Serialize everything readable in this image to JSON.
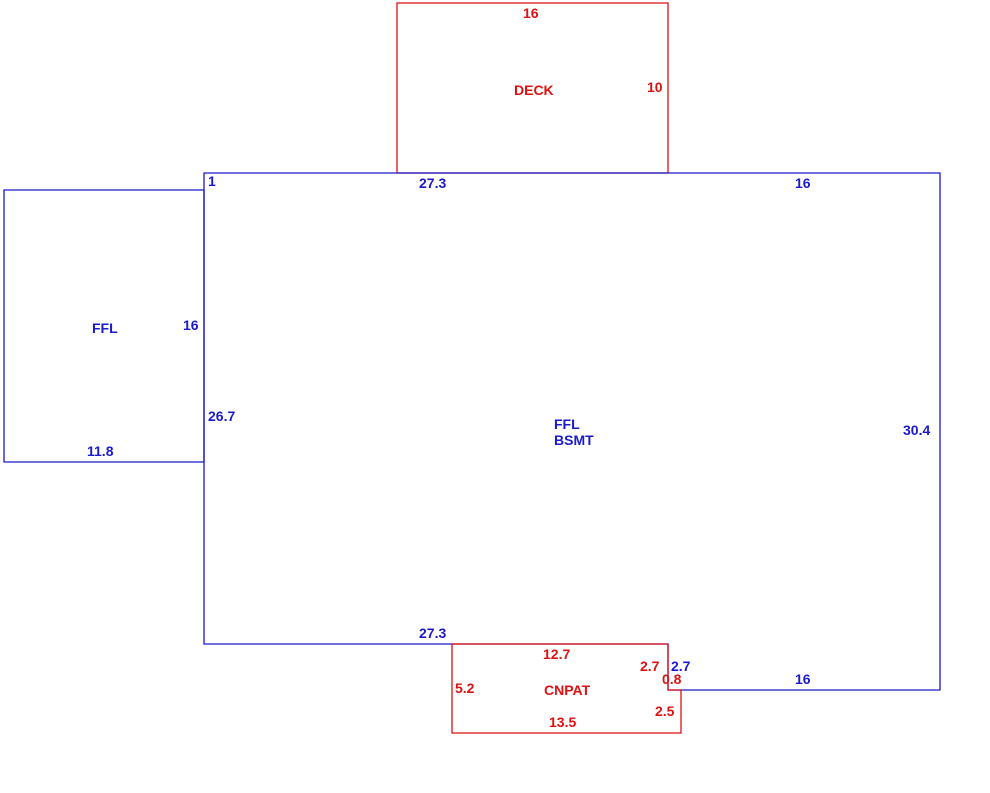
{
  "colors": {
    "blue": "#1a1acc",
    "red": "#dd1111"
  },
  "areas": {
    "deck": {
      "label": "DECK",
      "dims": {
        "top": "16",
        "right": "10"
      }
    },
    "main": {
      "label_line1": "FFL",
      "label_line2": "BSMT",
      "dims": {
        "corner": "1",
        "top_left": "27.3",
        "top_right": "16",
        "left_upper": "26.7",
        "right": "30.4",
        "bottom_left": "27.3",
        "bottom_right": "16",
        "notch": "2.7"
      }
    },
    "ffl_side": {
      "label": "FFL",
      "dims": {
        "right": "16",
        "bottom": "11.8"
      }
    },
    "cnpat": {
      "label": "CNPAT",
      "dims": {
        "top": "12.7",
        "left": "5.2",
        "bottom": "13.5",
        "step_upper": "2.7",
        "step_mid": "0.8",
        "step_lower": "2.5"
      }
    }
  }
}
